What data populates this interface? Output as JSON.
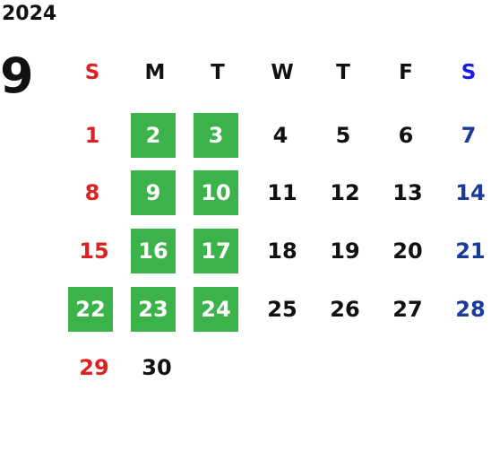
{
  "year": "2024",
  "month": "9",
  "weekdays": [
    "S",
    "M",
    "T",
    "W",
    "T",
    "F",
    "S"
  ],
  "weeks": [
    [
      "",
      "",
      "",
      "",
      "",
      "",
      ""
    ],
    [
      "1",
      "2",
      "3",
      "4",
      "5",
      "6",
      "7"
    ],
    [
      "8",
      "9",
      "10",
      "11",
      "12",
      "13",
      "14"
    ],
    [
      "15",
      "16",
      "17",
      "18",
      "19",
      "20",
      "21"
    ],
    [
      "22",
      "23",
      "24",
      "25",
      "26",
      "27",
      "28"
    ],
    [
      "29",
      "30",
      "",
      "",
      "",
      "",
      ""
    ]
  ],
  "highlighted_days": [
    "2",
    "3",
    "9",
    "10",
    "16",
    "17",
    "22",
    "23",
    "24"
  ],
  "colors": {
    "sunday": "#dd2222",
    "saturday": "#1a3b9a",
    "saturday_header": "#1a1aee",
    "highlight_bg": "#3bb34a",
    "highlight_text": "#ffffff",
    "default_text": "#111111"
  }
}
